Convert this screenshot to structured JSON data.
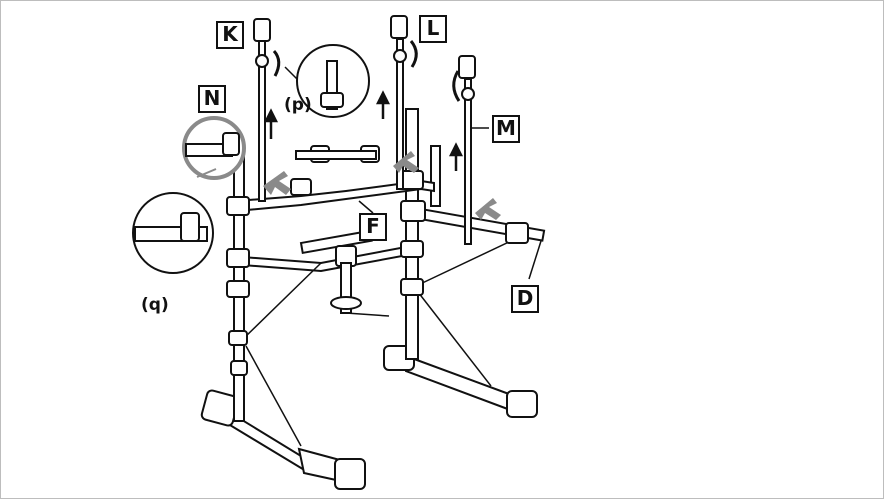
{
  "labels": {
    "k": "K",
    "l": "L",
    "m": "M",
    "n": "N",
    "f": "F",
    "d": "D"
  },
  "sublabels": {
    "p": "(p)",
    "q": "(q)"
  },
  "icons": {
    "direction_arrows": "arrow-icon",
    "rotation_arrows": "curved-arrow-icon",
    "pointer_arrows": "pointer-arrow-icon"
  },
  "colors": {
    "line": "#111111",
    "pointer_arrow": "#8a8a8a",
    "frame_border": "#bdbdbd",
    "detail_circle_border": "#8a8a8a"
  }
}
